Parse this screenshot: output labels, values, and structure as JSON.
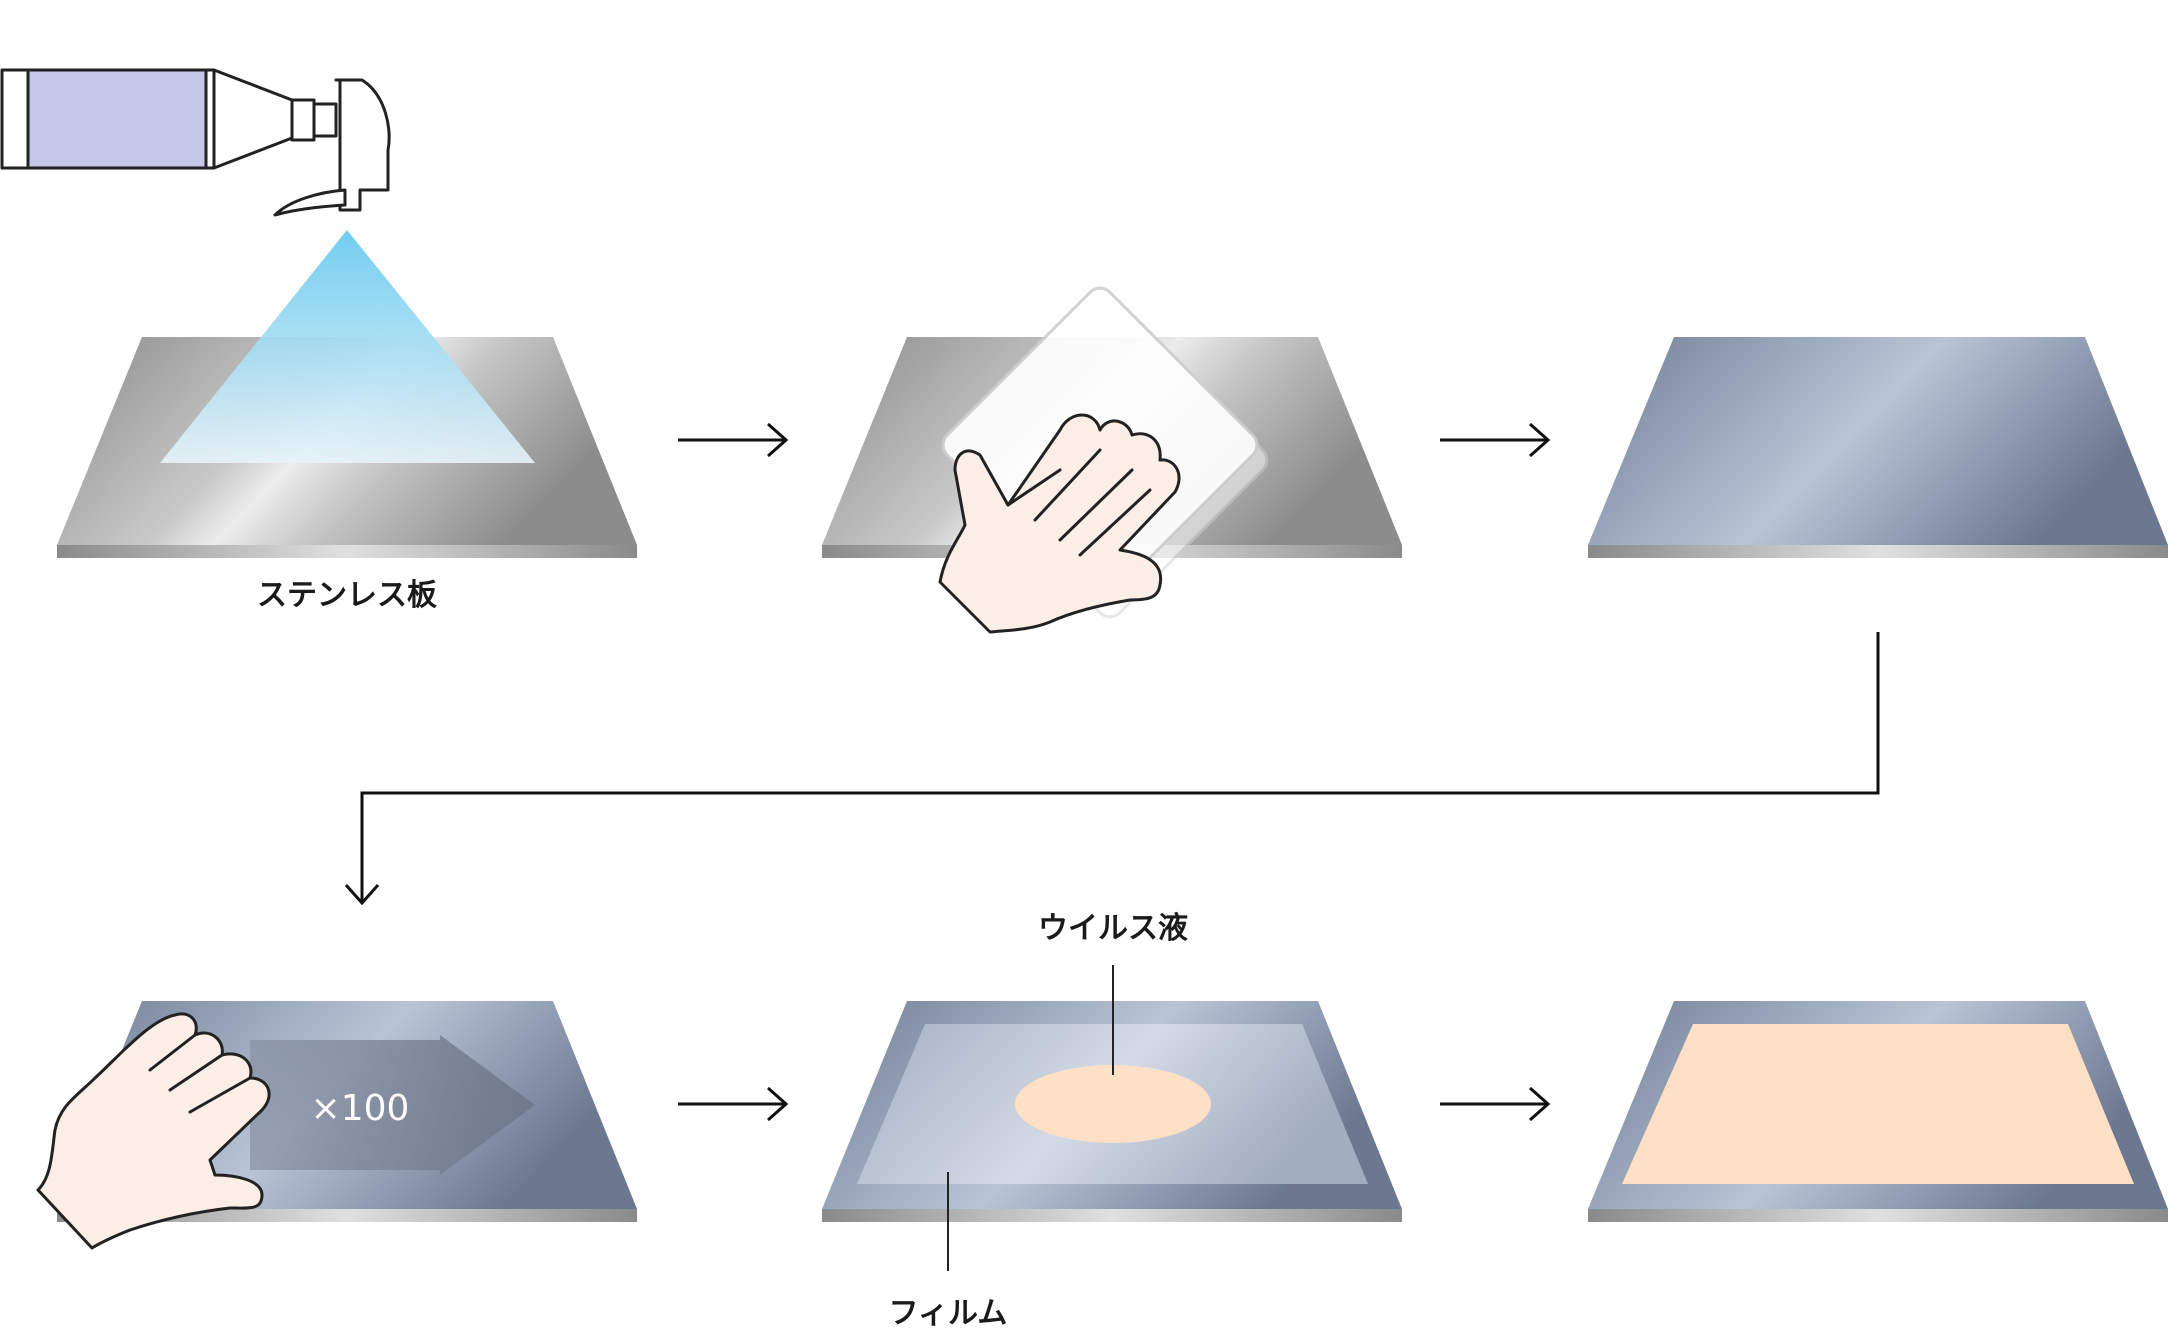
{
  "labels": {
    "stainless_plate": "ステンレス板",
    "virus_liquid": "ウイルス液",
    "film": "フィルム",
    "rub_count": "×100"
  },
  "steps": [
    {
      "id": "spray",
      "description_icon": "spray-bottle-icon"
    },
    {
      "id": "wipe",
      "description_icon": "cloth-hand-icon"
    },
    {
      "id": "clean-plate"
    },
    {
      "id": "rub",
      "description_icon": "hand-icon"
    },
    {
      "id": "inoculate"
    },
    {
      "id": "covered"
    }
  ],
  "colors": {
    "steel_dark": "#8a8a8a",
    "steel_light": "#dedede",
    "blue_dark": "#6f7d95",
    "blue_light": "#b9c4d6",
    "spray": "#63c7ee",
    "bottle_liquid": "#c4c8e6",
    "skin": "#fbeee6",
    "virus": "#fde0c6",
    "arrow": "#111111"
  }
}
